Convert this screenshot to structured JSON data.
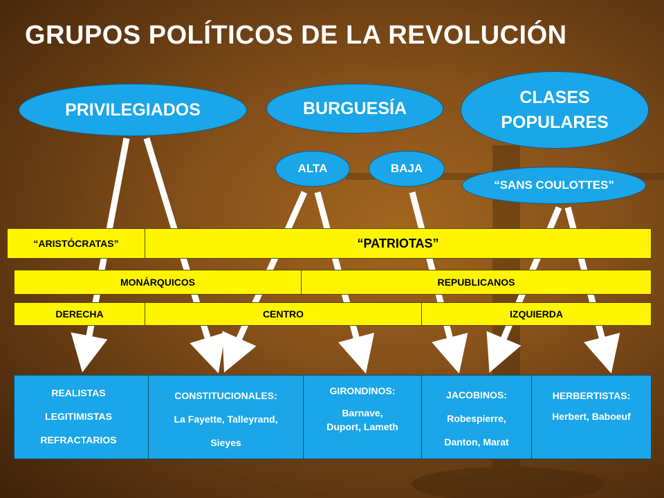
{
  "title": "GRUPOS POLÍTICOS DE LA REVOLUCIÓN",
  "classes": {
    "privilegiados": "PRIVILEGIADOS",
    "burguesia": "BURGUESÍA",
    "populares_line1": "CLASES",
    "populares_line2": "POPULARES",
    "alta": "ALTA",
    "baja": "BAJA",
    "sans_coulottes": "“SANS COULOTTES”"
  },
  "rows": {
    "aristocratas": "“ARISTÓCRATAS”",
    "patriotas": "“PATRIOTAS”",
    "monarquicos": "MONÁRQUICOS",
    "republicanos": "REPUBLICANOS",
    "derecha": "DERECHA",
    "centro": "CENTRO",
    "izquierda": "IZQUIERDA"
  },
  "groups": [
    {
      "lines": [
        "REALISTAS",
        "LEGITIMISTAS",
        "REFRACTARIOS"
      ]
    },
    {
      "lines": [
        "CONSTITUCIONALES:",
        "La Fayette, Talleyrand,",
        "Sieyes"
      ]
    },
    {
      "lines": [
        "GIRONDINOS:",
        "Barnave,",
        "Duport, Lameth"
      ]
    },
    {
      "lines": [
        "JACOBINOS:",
        "Robespierre,",
        "Danton, Marat"
      ]
    },
    {
      "lines": [
        "HERBERTISTAS:",
        "Herbert, Baboeuf"
      ]
    }
  ],
  "colors": {
    "ellipse": "#1aa6e8",
    "bar": "#fff500",
    "arrow": "#ffffff",
    "background": "#87511a"
  }
}
